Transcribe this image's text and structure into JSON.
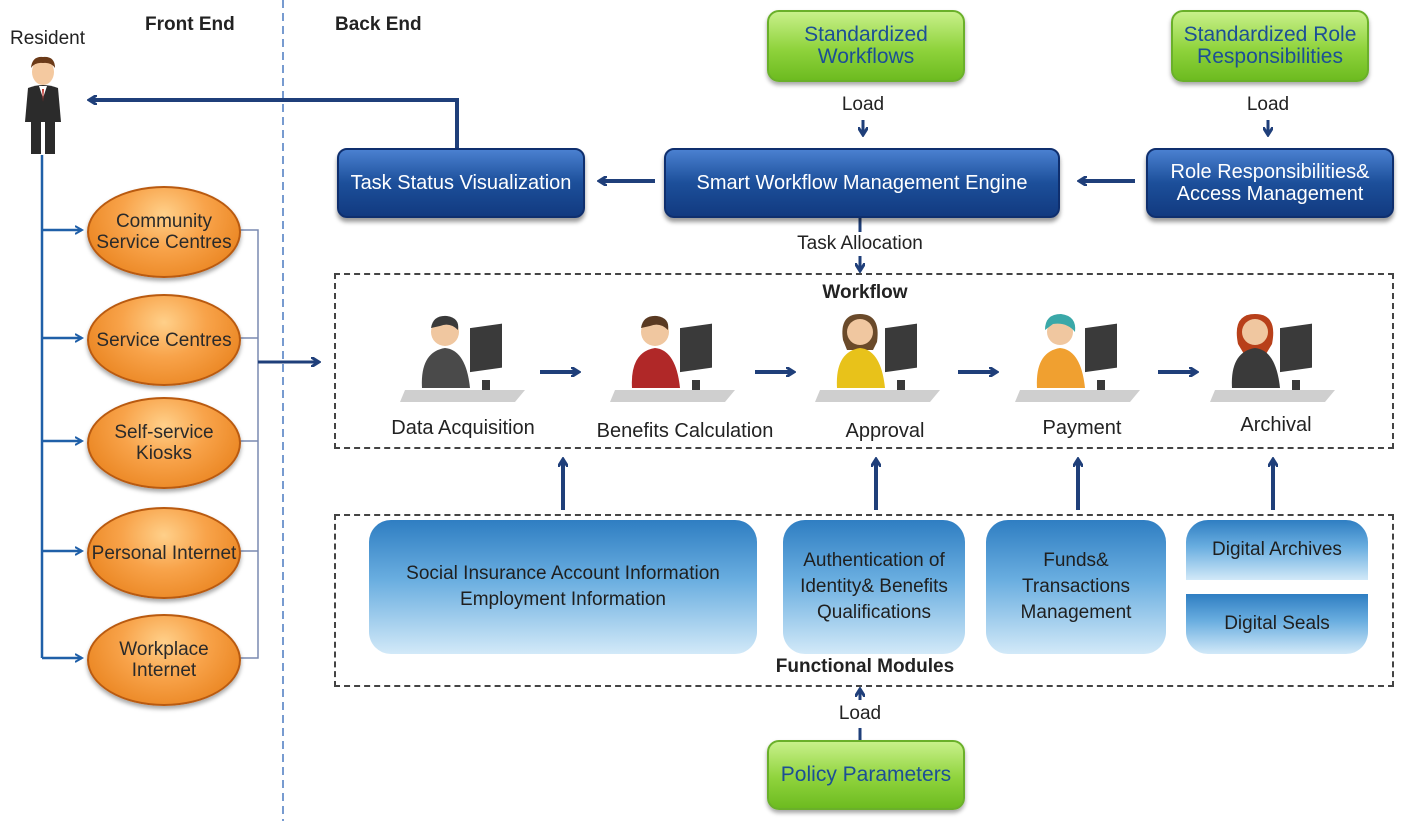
{
  "headers": {
    "front_end": "Front End",
    "back_end": "Back End",
    "resident": "Resident"
  },
  "top": {
    "standardized_workflows": "Standardized Workflows",
    "standardized_role": "Standardized Role Responsibilities",
    "load_left": "Load",
    "load_right": "Load"
  },
  "engine": {
    "task_status": "Task Status Visualization",
    "smart_engine": "Smart Workflow Management Engine",
    "role_access": "Role Responsibilities& Access Management",
    "task_allocation": "Task Allocation"
  },
  "channels": [
    "Community Service Centres",
    "Service Centres",
    "Self-service Kiosks",
    "Personal Internet",
    "Workplace Internet"
  ],
  "workflow": {
    "title": "Workflow",
    "steps": [
      "Data Acquisition",
      "Benefits  Calculation",
      "Approval",
      "Payment",
      "Archival"
    ]
  },
  "modules": {
    "title": "Functional Modules",
    "social": "Social Insurance Account Information Employment Information",
    "auth": "Authentication of Identity& Benefits Qualifications",
    "funds": "Funds& Transactions Management",
    "archives": "Digital Archives",
    "seals": "Digital Seals"
  },
  "bottom": {
    "load": "Load",
    "policy": "Policy Parameters"
  },
  "colors": {
    "navy": "#1c4f9a",
    "arrow": "#1f3f7a",
    "green": "#8fd33c",
    "orange": "#f39020"
  }
}
